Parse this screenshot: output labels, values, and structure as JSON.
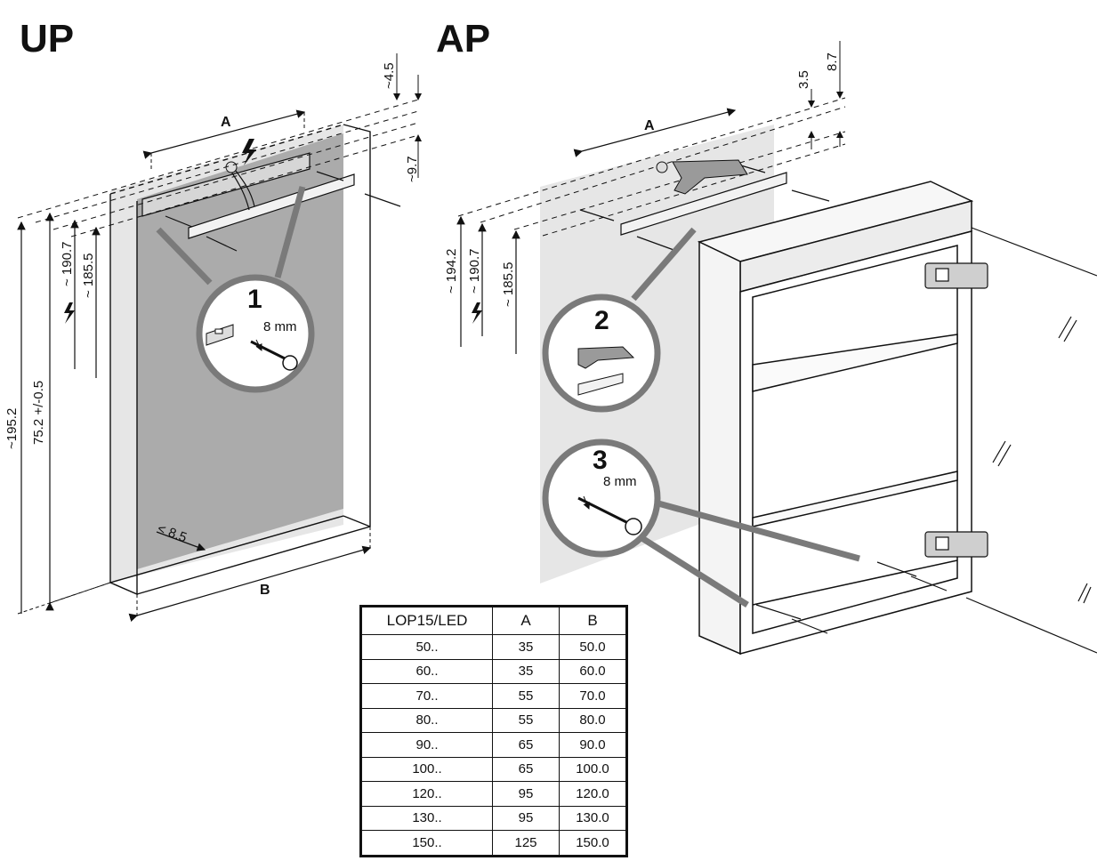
{
  "titles": {
    "up": "UP",
    "ap": "AP"
  },
  "up_dims": {
    "a": "A",
    "b": "B",
    "top_4_5": "~4.5",
    "top_9_7": "~9.7",
    "d_195_2": "~195.2",
    "d_75_2": "75.2 +/-0.5",
    "d_190_7": "~ 190.7",
    "d_185_5": "~ 185.5",
    "depth_8_5": "< 8.5"
  },
  "ap_dims": {
    "a": "A",
    "top_3_5": "3.5",
    "top_8_7": "8.7",
    "d_194_2": "~ 194.2",
    "d_190_7": "~ 190.7",
    "d_185_5": "~ 185.5"
  },
  "callouts": {
    "step1": "1",
    "step2": "2",
    "step3": "3",
    "drill1": "8 mm",
    "drill3": "8 mm"
  },
  "table": {
    "headers": [
      "LOP15/LED",
      "A",
      "B"
    ],
    "rows": [
      [
        "50..",
        "35",
        "50.0"
      ],
      [
        "60..",
        "35",
        "60.0"
      ],
      [
        "70..",
        "55",
        "70.0"
      ],
      [
        "80..",
        "55",
        "80.0"
      ],
      [
        "90..",
        "65",
        "90.0"
      ],
      [
        "100..",
        "65",
        "100.0"
      ],
      [
        "120..",
        "95",
        "120.0"
      ],
      [
        "130..",
        "95",
        "130.0"
      ],
      [
        "150..",
        "125",
        "150.0"
      ]
    ]
  },
  "colors": {
    "ink": "#111111",
    "recess_gray": "#aeaeae",
    "wall_gray": "#e6e6e6",
    "callout_gray": "#7a7a7a"
  }
}
